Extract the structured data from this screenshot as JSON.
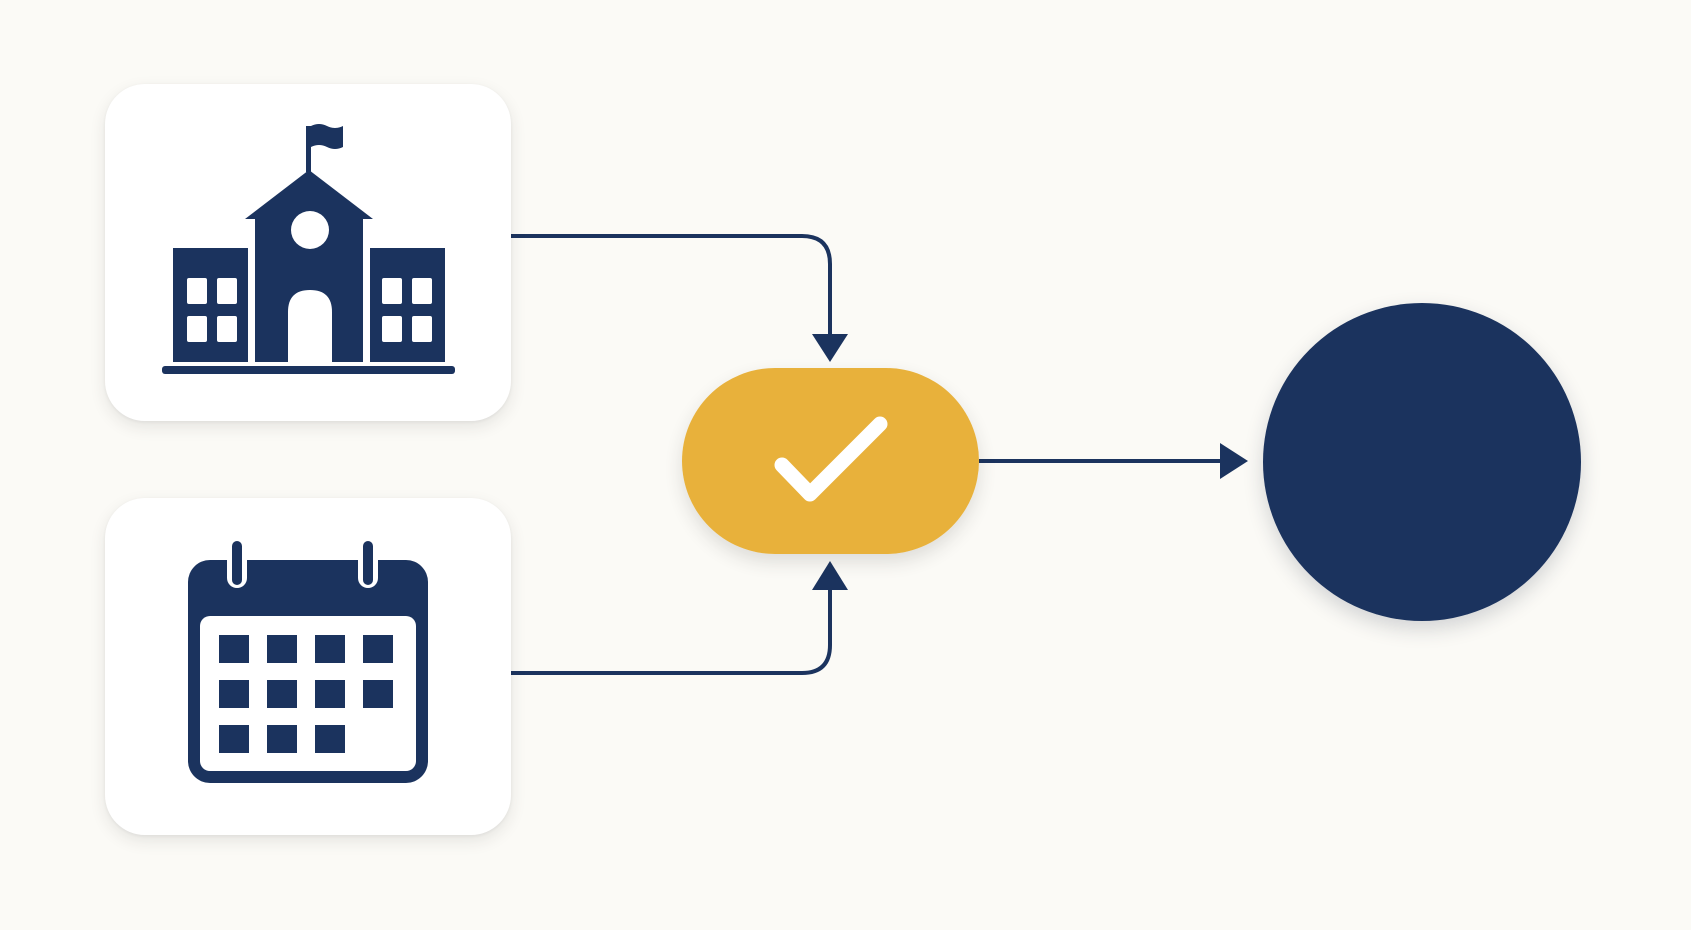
{
  "colors": {
    "background": "#FBFAF6",
    "card": "#FFFFFF",
    "navy": "#1B335E",
    "gold": "#E8B13B",
    "check": "#FFFFFF"
  },
  "nodes": {
    "school_card": {
      "icon": "school-building-icon"
    },
    "calendar_card": {
      "icon": "calendar-icon"
    },
    "approval": {
      "icon": "checkmark-icon"
    },
    "result": {
      "icon": "filled-circle"
    }
  },
  "edges": [
    {
      "from": "school_card",
      "to": "approval"
    },
    {
      "from": "calendar_card",
      "to": "approval"
    },
    {
      "from": "approval",
      "to": "result"
    }
  ]
}
